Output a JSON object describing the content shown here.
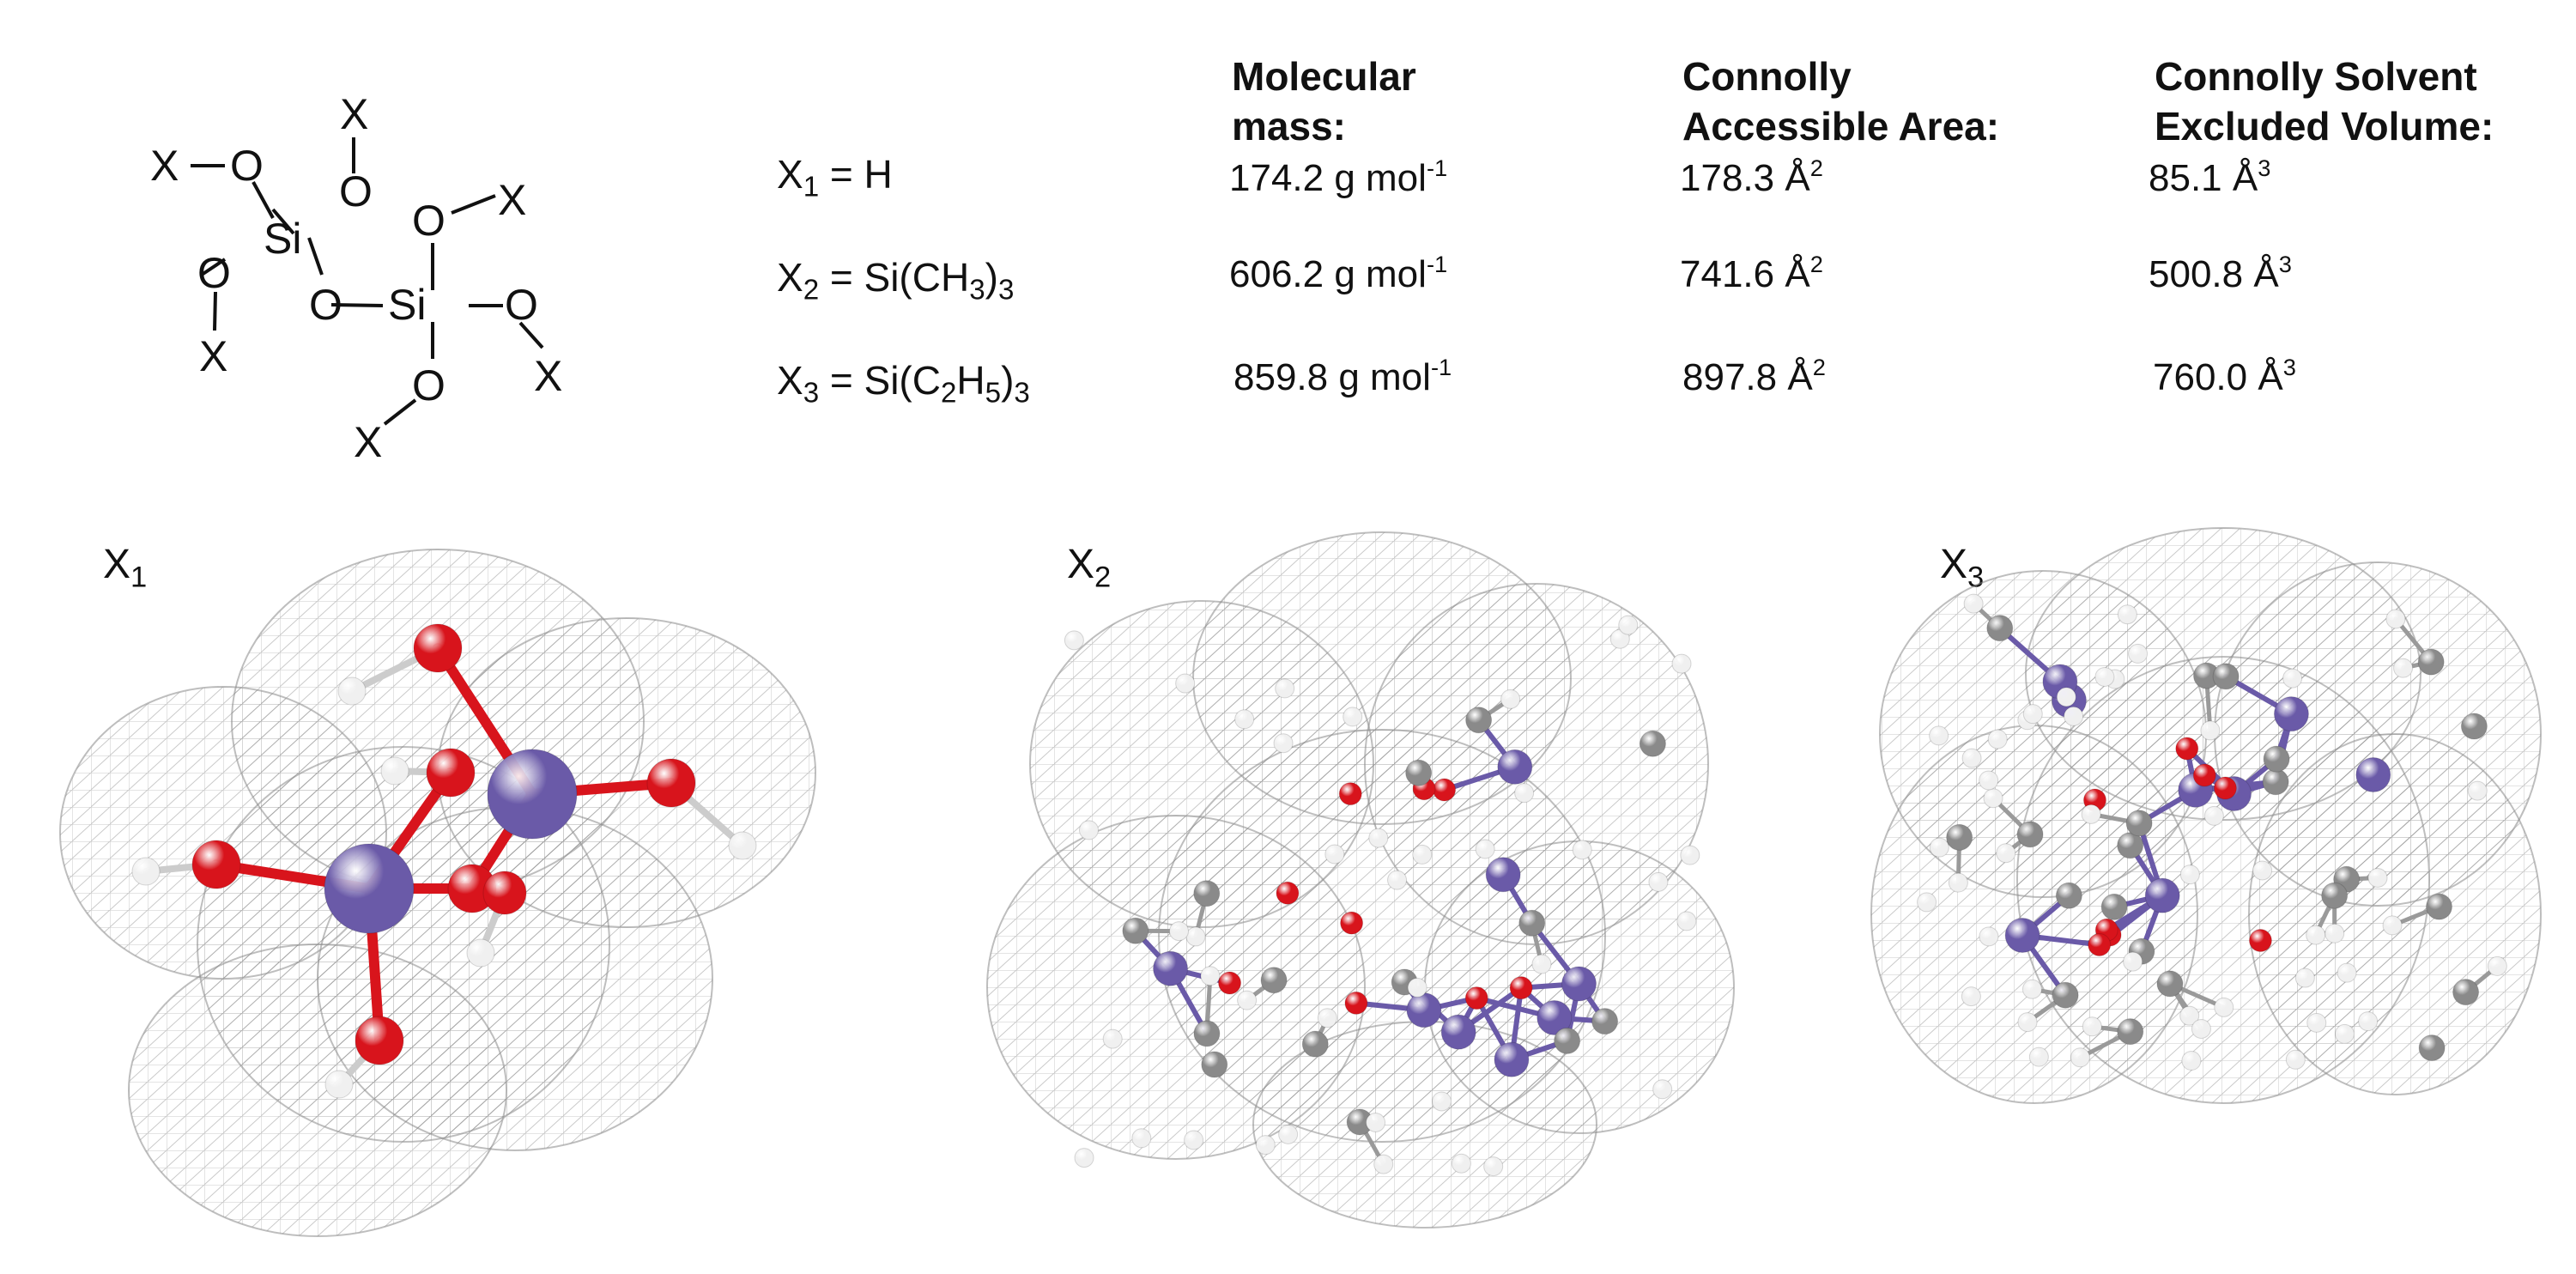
{
  "structure": {
    "atoms": {
      "x": "X",
      "o": "O",
      "si": "Si"
    }
  },
  "table": {
    "headers": {
      "mass": [
        "Molecular",
        "mass:"
      ],
      "area": [
        "Connolly",
        "Accessible Area:"
      ],
      "volume": [
        "Connolly Solvent",
        "Excluded Volume:"
      ]
    },
    "rows": [
      {
        "label_prefix": "X",
        "label_index": "1",
        "label_rest": " = H",
        "formula_parts": [],
        "mass_value": "174.2 g mol",
        "mass_exp": "-1",
        "area_value": "178.3 Å",
        "area_exp": "2",
        "volume_value": "85.1 Å",
        "volume_exp": "3"
      },
      {
        "label_prefix": "X",
        "label_index": "2",
        "label_rest": " = Si(CH",
        "formula_sub_1": "3",
        "formula_mid": ")",
        "formula_sub_2": "3",
        "mass_value": "606.2 g mol",
        "mass_exp": "-1",
        "area_value": "741.6 Å",
        "area_exp": "2",
        "volume_value": "500.8 Å",
        "volume_exp": "3"
      },
      {
        "label_prefix": "X",
        "label_index": "3",
        "label_rest": " = Si(C",
        "formula_sub_1": "2",
        "formula_mid": "H",
        "formula_sub_2": "5",
        "formula_end": ")",
        "formula_sub_3": "3",
        "mass_value": "859.8 g mol",
        "mass_exp": "-1",
        "area_value": "897.8 Å",
        "area_exp": "2",
        "volume_value": "760.0 Å",
        "volume_exp": "3"
      }
    ]
  },
  "models": [
    {
      "prefix": "X",
      "index": "1"
    },
    {
      "prefix": "X",
      "index": "2"
    },
    {
      "prefix": "X",
      "index": "3"
    }
  ],
  "colors": {
    "silicon": "#6a5aa8",
    "oxygen": "#d8141c",
    "carbon": "#8a8a8a",
    "hydrogen": "#f0f0f0",
    "mesh": "#9a9a9a"
  }
}
